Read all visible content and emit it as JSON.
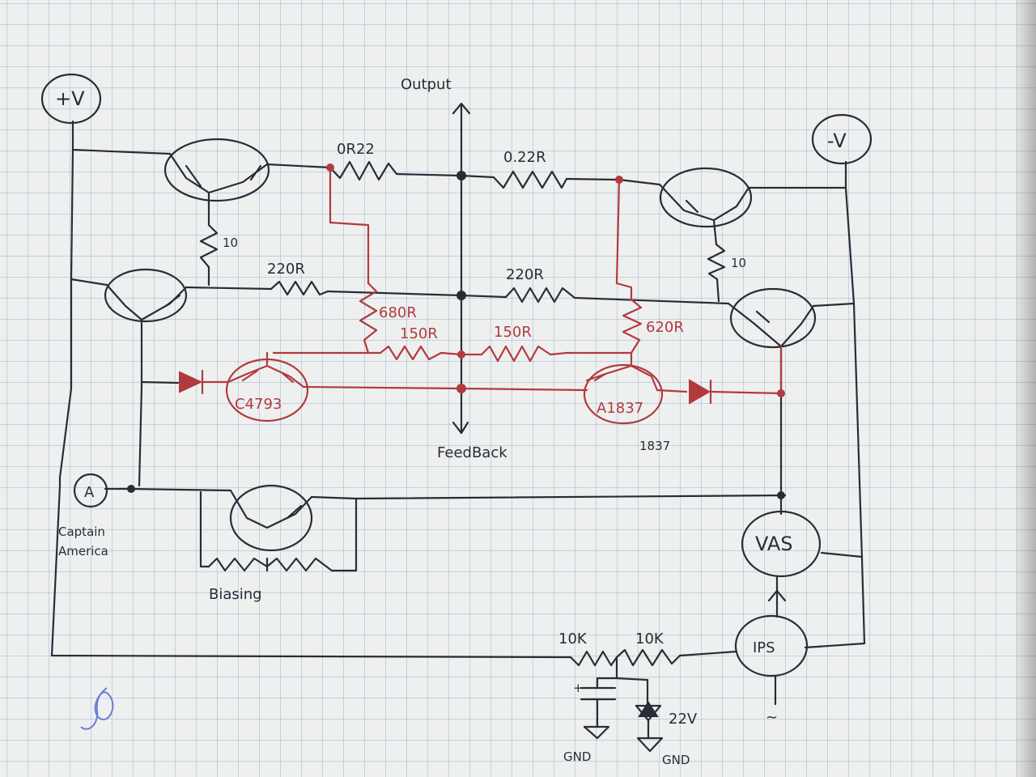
{
  "labels": {
    "pos_supply": "+V",
    "neg_supply": "-V",
    "output": "Output",
    "feedback": "FeedBack",
    "r_emitter_left": "0R22",
    "r_emitter_right": "0.22R",
    "r_base_left": "10",
    "r_base_right": "10",
    "r_drv_left": "220R",
    "r_drv_right": "220R",
    "r_680": "680R",
    "r_150_left": "150R",
    "r_150_right": "150R",
    "r_620": "620R",
    "q_c4793": "C4793",
    "q_a1837": "A1837",
    "q_a1837_note": "1837",
    "node_a": "A",
    "captain_line1": "Captain",
    "captain_line2": "America",
    "biasing": "Biasing",
    "vas": "VAS",
    "ips": "IPS",
    "r_10k_left": "10K",
    "r_10k_right": "10K",
    "zener": "22V",
    "gnd_left": "GND",
    "gnd_right": "GND",
    "cap_plus": "+",
    "ac_symbol": "~"
  },
  "colors": {
    "ink": "#2a2c35",
    "red_ink": "#b23a3e",
    "grid": "#7896c8",
    "signature": "#6a7fcf"
  }
}
